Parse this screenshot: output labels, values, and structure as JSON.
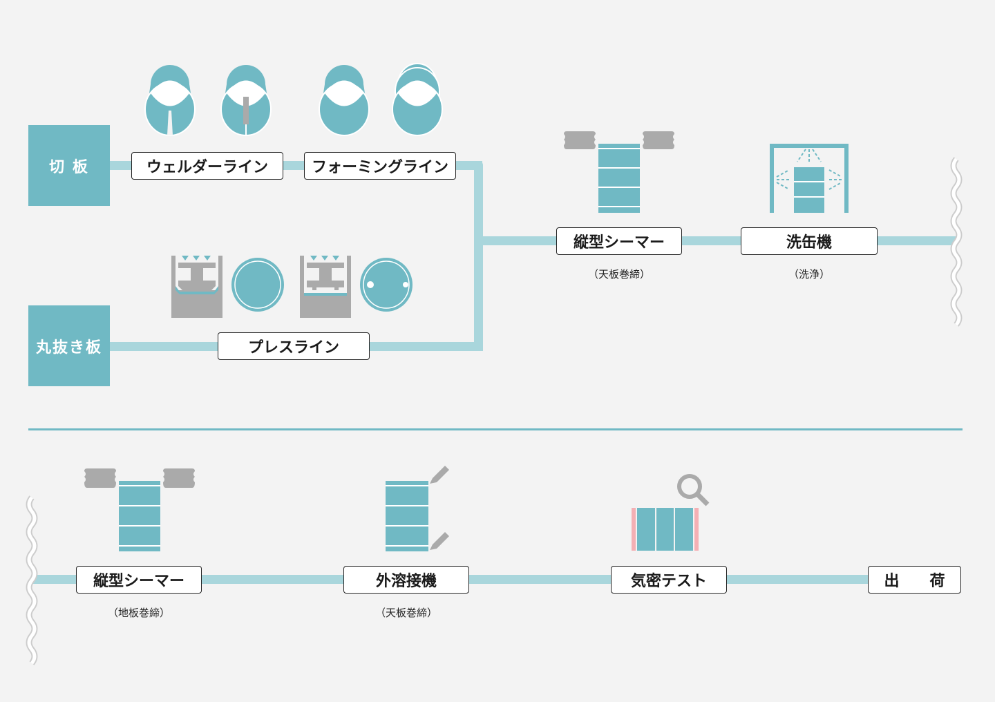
{
  "colors": {
    "background": "#f3f3f3",
    "teal": "#70b9c4",
    "pipe": "#a9d6dc",
    "gray": "#aaaaaa",
    "pink": "#f4b0b4",
    "label_border": "#222222"
  },
  "top_section": {
    "sources": [
      {
        "id": "kiri-ita",
        "label": "切 板"
      },
      {
        "id": "marunuki-ita",
        "label": "丸抜き板"
      }
    ],
    "stations": [
      {
        "id": "welder-line",
        "label": "ウェルダーライン",
        "icons": [
          "rolled-sheet-icon",
          "welded-cylinder-icon"
        ]
      },
      {
        "id": "forming-line",
        "label": "フォーミングライン",
        "icons": [
          "cylinder-icon",
          "beaded-cylinder-icon"
        ]
      },
      {
        "id": "press-line",
        "label": "プレスライン",
        "icons": [
          "press-machine-icon",
          "disc-icon",
          "press-machine-icon",
          "punched-disc-icon"
        ]
      },
      {
        "id": "seamer-top",
        "label": "縦型シーマー",
        "sub": "（天板巻締）",
        "icons": [
          "seamer-icon"
        ]
      },
      {
        "id": "washer",
        "label": "洗缶機",
        "sub": "（洗浄）",
        "icons": [
          "washer-icon"
        ]
      }
    ]
  },
  "bottom_section": {
    "stations": [
      {
        "id": "seamer-bottom",
        "label": "縦型シーマー",
        "sub": "（地板巻締）",
        "icons": [
          "seamer-icon"
        ]
      },
      {
        "id": "outer-welder",
        "label": "外溶接機",
        "sub": "（天板巻締）",
        "icons": [
          "welding-drum-icon"
        ]
      },
      {
        "id": "leak-test",
        "label": "気密テスト",
        "icons": [
          "magnifier-icon",
          "drum-side-icon"
        ]
      },
      {
        "id": "shipping",
        "label": "出　　荷"
      }
    ]
  }
}
